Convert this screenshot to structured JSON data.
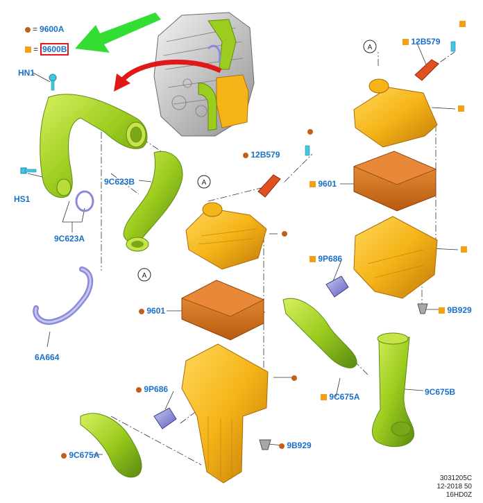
{
  "colors": {
    "callout": "#1a6fc9",
    "marker_round": "#c0601a",
    "marker_square": "#f5a010",
    "highlight": "#e01818",
    "arrow_green": "#33dd33",
    "arrow_red": "#e01818",
    "part_green": "#9ccc1e",
    "part_orange": "#f5b418",
    "part_filter": "#d8781e",
    "part_red": "#e05020",
    "part_purple": "#8a8ad8",
    "part_cyan": "#40c8e0"
  },
  "legend": [
    {
      "marker": "round",
      "equals": "=",
      "code": "9600A",
      "highlighted": false
    },
    {
      "marker": "square",
      "equals": "=",
      "code": "9600B",
      "highlighted": true
    }
  ],
  "circle_letter": "A",
  "callouts": {
    "hn1": "HN1",
    "hs1": "HS1",
    "c9c623a": "9C623A",
    "c9c623b": "9C623B",
    "c6a664": "6A664",
    "c12b579_mid": "12B579",
    "c12b579_right": "12B579",
    "c9601_mid": "9601",
    "c9601_right": "9601",
    "c9p686_mid": "9P686",
    "c9p686_right": "9P686",
    "c9b929_mid": "9B929",
    "c9b929_right": "9B929",
    "c9c675a_left": "9C675A",
    "c9c675a_mid": "9C675A",
    "c9c675b": "9C675B"
  },
  "reference": [
    "3031205C",
    "12-2018 50",
    "16HD0Z"
  ]
}
